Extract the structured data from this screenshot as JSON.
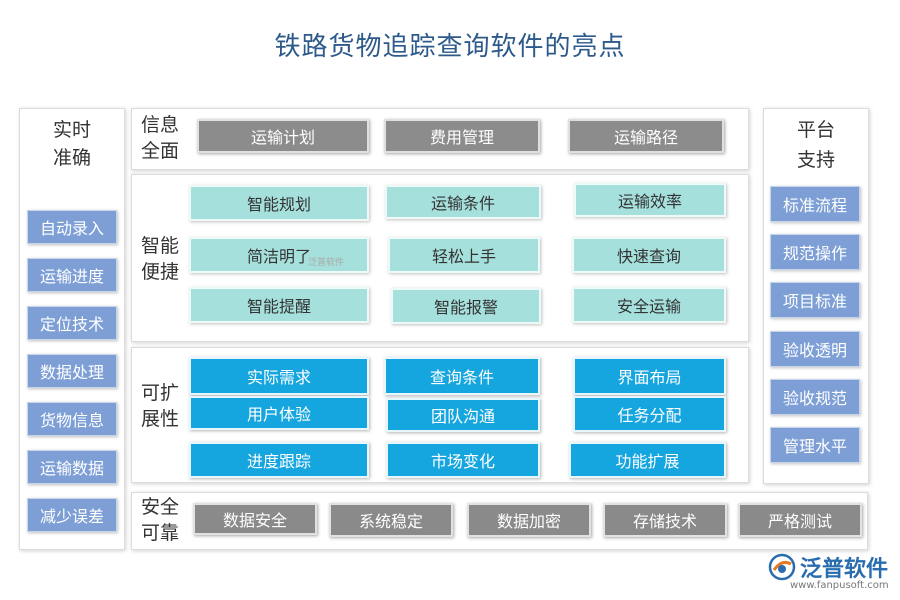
{
  "title": "铁路货物追踪查询软件的亮点",
  "left_panel": {
    "heading": [
      "实时",
      "准确"
    ],
    "items": [
      "自动录入",
      "运输进度",
      "定位技术",
      "数据处理",
      "货物信息",
      "运输数据",
      "减少误差"
    ]
  },
  "right_panel": {
    "heading": [
      "平台",
      "支持"
    ],
    "items": [
      "标准流程",
      "规范操作",
      "项目标准",
      "验收透明",
      "验收规范",
      "管理水平"
    ]
  },
  "rows": {
    "info": {
      "label": [
        "信息",
        "全面"
      ],
      "items": [
        "运输计划",
        "费用管理",
        "运输路径"
      ]
    },
    "smart": {
      "label": [
        "智能",
        "便捷"
      ],
      "items": [
        "智能规划",
        "运输条件",
        "运输效率",
        "简洁明了",
        "轻松上手",
        "快速查询",
        "智能提醒",
        "智能报警",
        "安全运输"
      ]
    },
    "scalable": {
      "label": [
        "可扩",
        "展性"
      ],
      "items": [
        "实际需求",
        "查询条件",
        "界面布局",
        "用户体验",
        "团队沟通",
        "任务分配",
        "进度跟踪",
        "市场变化",
        "功能扩展"
      ]
    },
    "safe": {
      "label": [
        "安全",
        "可靠"
      ],
      "items": [
        "数据安全",
        "系统稳定",
        "数据加密",
        "存储技术",
        "严格测试"
      ]
    }
  },
  "watermark": "泛普软件",
  "logo": {
    "name": "泛普软件",
    "url": "www.fanpusoft.com"
  },
  "colors": {
    "title": "#2d5a8a",
    "side_chip": "#7d9fd6",
    "gray_chip": "#8c8c8c",
    "teal_chip": "#a6e0dc",
    "blue_chip": "#16a6df",
    "logo": "#2a6cb0"
  }
}
